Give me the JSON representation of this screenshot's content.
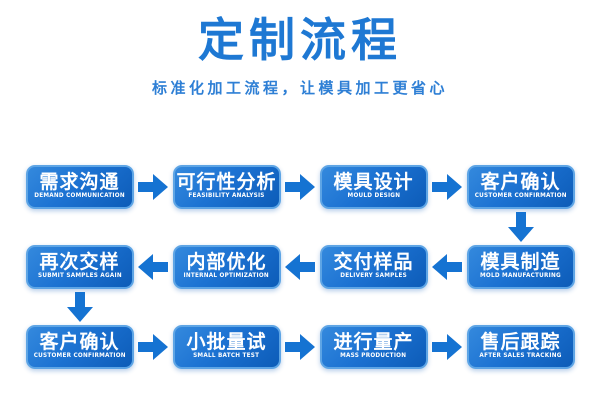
{
  "header": {
    "title": "定制流程",
    "subtitle": "标准化加工流程，让模具加工更省心"
  },
  "flow": {
    "rows": [
      {
        "direction": "right",
        "steps": [
          {
            "zh": "需求沟通",
            "en": "DEMAND COMMUNICATION"
          },
          {
            "zh": "可行性分析",
            "en": "FEASIBILITY ANALYSIS"
          },
          {
            "zh": "模具设计",
            "en": "MOULD DESIGN"
          },
          {
            "zh": "客户确认",
            "en": "CUSTOMER CONFIRMATION"
          }
        ]
      },
      {
        "direction": "left",
        "steps": [
          {
            "zh": "再次交样",
            "en": "SUBMIT SAMPLES AGAIN"
          },
          {
            "zh": "内部优化",
            "en": "INTERNAL OPTIMIZATION"
          },
          {
            "zh": "交付样品",
            "en": "DELIVERY SAMPLES"
          },
          {
            "zh": "模具制造",
            "en": "MOLD MANUFACTURING"
          }
        ]
      },
      {
        "direction": "right",
        "steps": [
          {
            "zh": "客户确认",
            "en": "CUSTOMER CONFIRMATION"
          },
          {
            "zh": "小批量试",
            "en": "SMALL BATCH TEST"
          },
          {
            "zh": "进行量产",
            "en": "MASS PRODUCTION"
          },
          {
            "zh": "售后跟踪",
            "en": "AFTER SALES TRACKING"
          }
        ]
      }
    ]
  },
  "colors": {
    "background": "#ffffff",
    "title": "#1e78d3",
    "subtitle": "#2e7fd5",
    "box_gradient_start": "#3489dd",
    "box_gradient_end": "#0d5cb8",
    "box_border": "#5ea5e5",
    "box_text": "#ffffff",
    "arrow": "#1573d2"
  }
}
